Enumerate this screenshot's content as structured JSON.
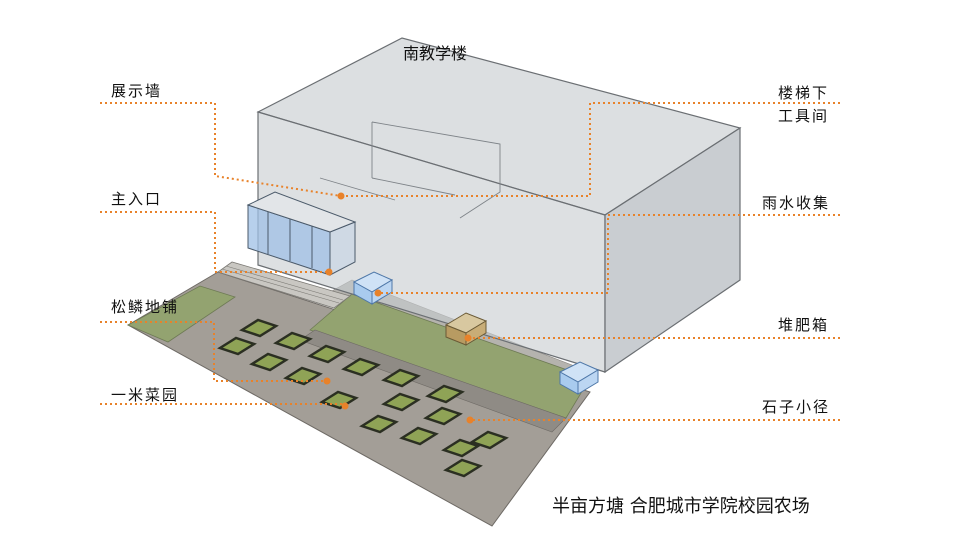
{
  "building_label": "南教学楼",
  "labels": {
    "exhibition_wall": "展示墙",
    "main_entrance": "主入口",
    "pine_paving": "松鳞地铺",
    "vegetable_garden": "一米菜园",
    "under_stair_line1": "楼梯下",
    "under_stair_line2": "工具间",
    "rainwater": "雨水收集",
    "compost": "堆肥箱",
    "stone_path": "石子小径"
  },
  "caption": "半亩方塘 合肥城市学院校园农场",
  "colors": {
    "leader": "#e8822a",
    "building_fill": "#c7cbcf",
    "grass": "#93a370",
    "ground": "#a39e97",
    "bed_frame": "#2b2f22",
    "bed_fill": "#8fa356",
    "glass": "#9fc0e6"
  }
}
